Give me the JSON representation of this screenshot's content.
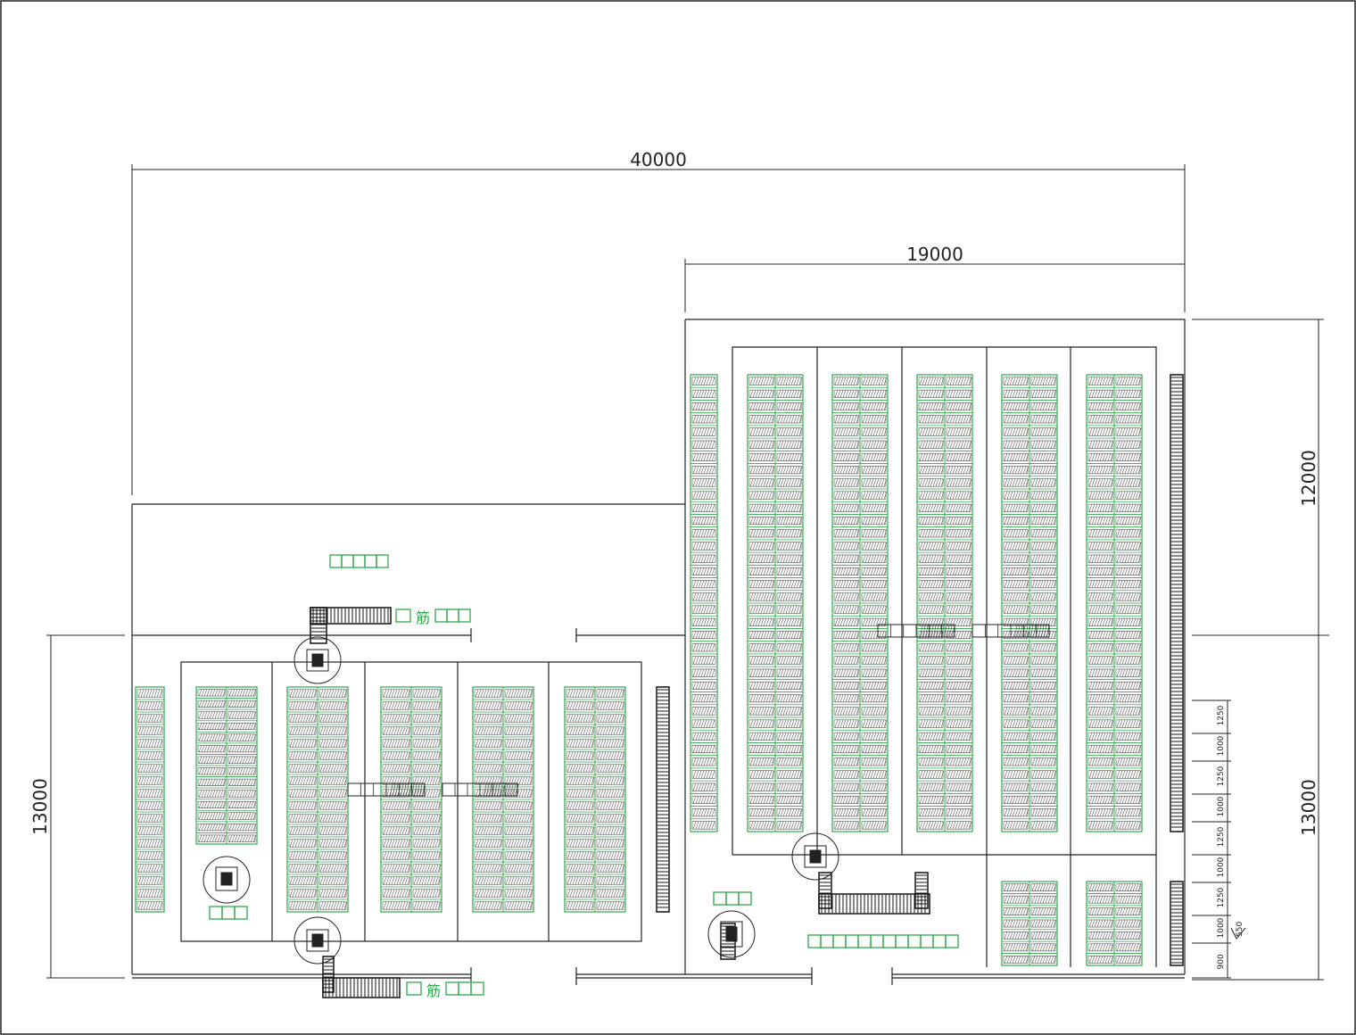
{
  "dimensions": {
    "total_width": "40000",
    "right_width": "19000",
    "left_height": "13000",
    "right_upper_height": "12000",
    "right_lower_height": "13000",
    "small": [
      "1250",
      "1000",
      "1250",
      "1000",
      "1250",
      "1000",
      "1250",
      "1000",
      "900"
    ],
    "note": "550"
  },
  "labels": {
    "top_char": "筋",
    "bottom_char": "筋"
  },
  "colors": {
    "line": "#222222",
    "rack": "#2ea84a",
    "hatch": "#333333"
  }
}
